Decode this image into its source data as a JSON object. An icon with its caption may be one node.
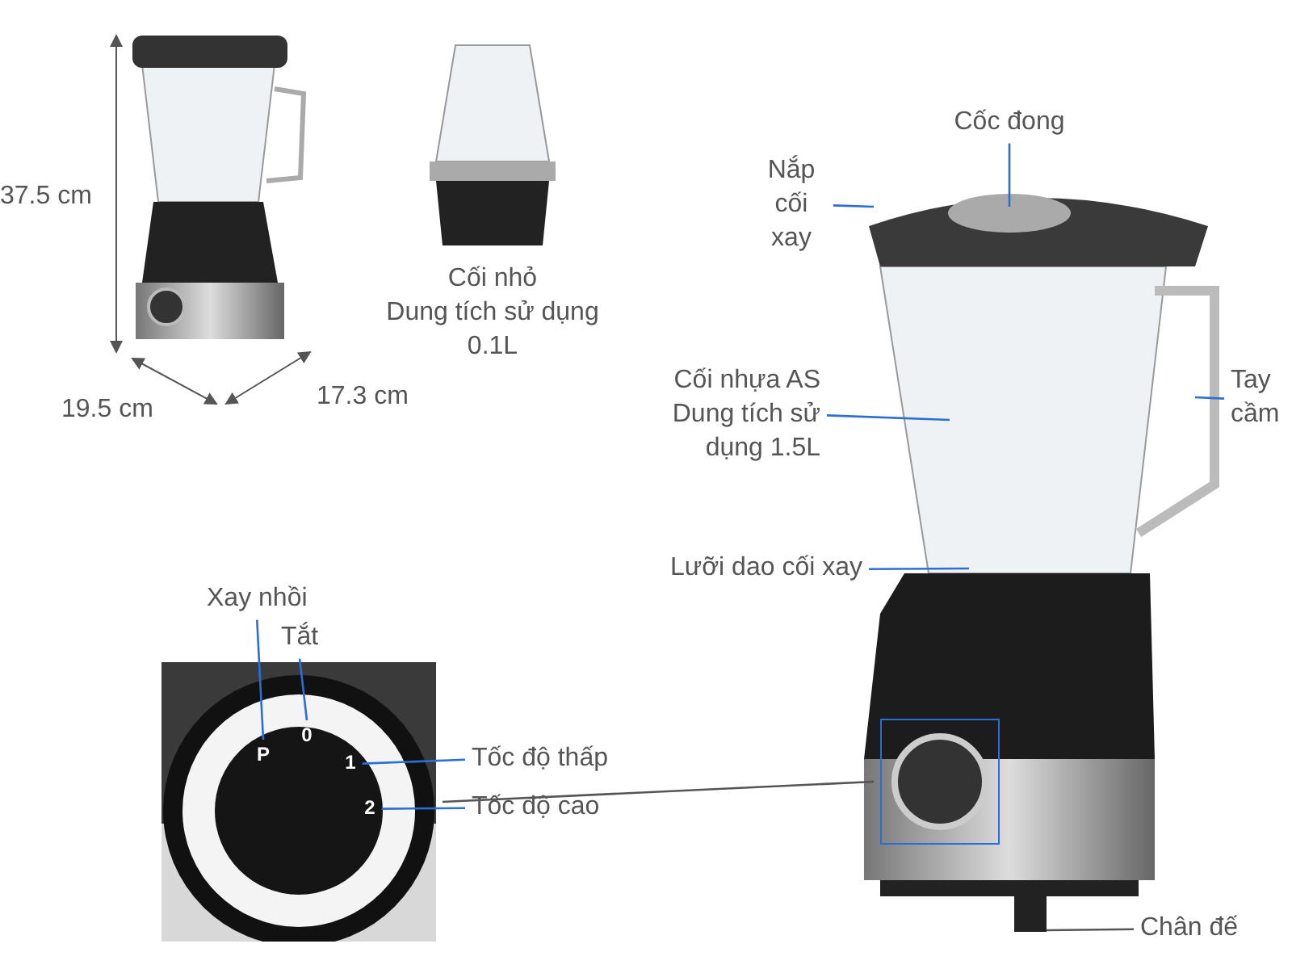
{
  "diagram": {
    "nodes": [
      {
        "text": [
          "Cốc đong"
        ]
      },
      {
        "text": [
          "Nắp cối xay"
        ]
      },
      {
        "text": [
          "Cối nhựa AS",
          "Dung tích sử dụng 1.5L"
        ]
      },
      {
        "text": [
          "Tay cầm"
        ]
      },
      {
        "text": [
          "Lưỡi dao cối xay"
        ]
      },
      {
        "text": [
          "Xay nhồi"
        ]
      },
      {
        "text": [
          "Tắt"
        ]
      },
      {
        "text": [],
        "shape": "picture"
      },
      {
        "text": [
          "P"
        ],
        "in": 7
      },
      {
        "text": [
          "0"
        ],
        "in": 7
      },
      {
        "text": [
          "1"
        ],
        "in": 7
      },
      {
        "text": [
          "2"
        ],
        "in": 7
      },
      {
        "text": [
          "Tốc độ thấp"
        ]
      },
      {
        "text": [
          "Tốc độ cao"
        ]
      },
      {
        "text": [],
        "shape": "box"
      },
      {
        "text": [
          "Chân đế"
        ]
      }
    ],
    "edges": [
      {
        "from": 0,
        "to": null,
        "arrow": "none"
      },
      {
        "from": 1,
        "to": null,
        "arrow": "none"
      },
      {
        "from": 2,
        "to": null,
        "arrow": "none"
      },
      {
        "from": 3,
        "to": null,
        "arrow": "none"
      },
      {
        "from": 4,
        "to": null,
        "arrow": "none"
      },
      {
        "from": 5,
        "to": 8,
        "arrow": "none"
      },
      {
        "from": 6,
        "to": 9,
        "arrow": "none"
      },
      {
        "from": 7,
        "to": 14,
        "arrow": "none",
        "color": "#555555"
      },
      {
        "from": 12,
        "to": 10,
        "arrow": "none"
      },
      {
        "from": 13,
        "to": 11,
        "arrow": "none"
      },
      {
        "from": 15,
        "to": null,
        "arrow": "none",
        "color": "#555555"
      }
    ],
    "labels": [
      "37.5 cm",
      "19.5 cm",
      "17.3 cm",
      "Cối nhỏ",
      "Dung tích sử dụng 0.1L"
    ]
  }
}
